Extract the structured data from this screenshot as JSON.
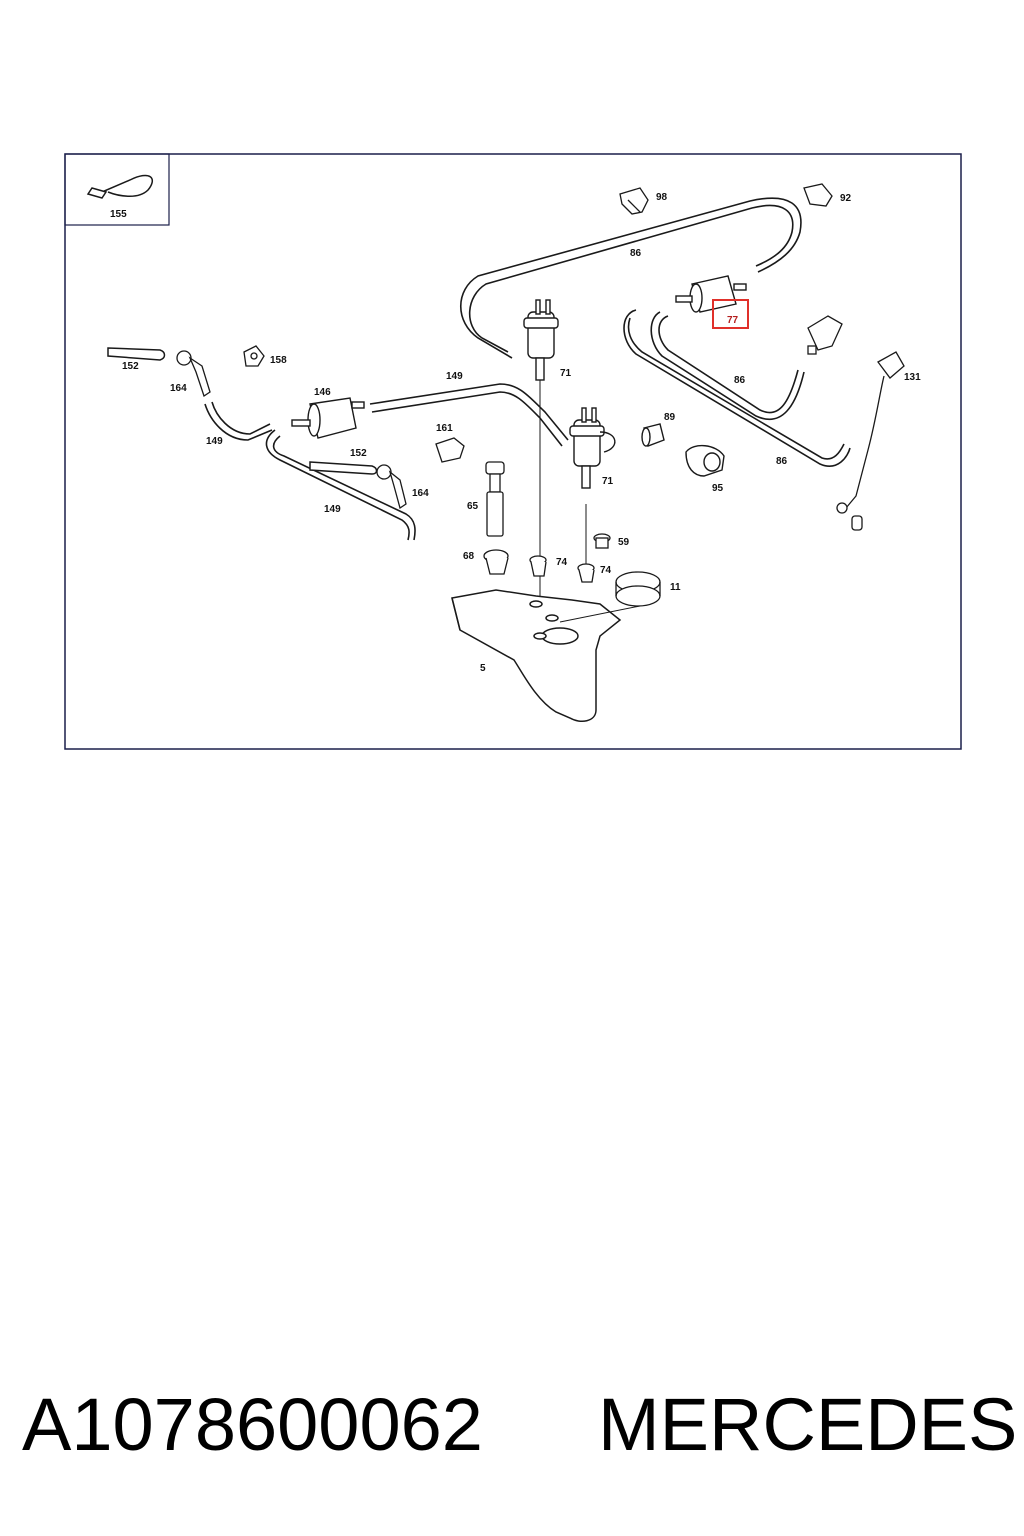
{
  "diagram": {
    "labels": {
      "l155": "155",
      "l98": "98",
      "l92": "92",
      "l86a": "86",
      "l77": "77",
      "l71a": "71",
      "l152a": "152",
      "l158": "158",
      "l164a": "164",
      "l146": "146",
      "l149a": "149",
      "l149b": "149",
      "l149c": "149",
      "l86b": "86",
      "l131": "131",
      "l89": "89",
      "l161": "161",
      "l71b": "71",
      "l86c": "86",
      "l95": "95",
      "l152b": "152",
      "l164b": "164",
      "l65": "65",
      "l59": "59",
      "l68": "68",
      "l74a": "74",
      "l74b": "74",
      "l11": "11",
      "l5": "5"
    },
    "highlight_color": "#e0302a",
    "line_color": "#1a1a1a",
    "frame_color": "#1a1f4a"
  },
  "caption": {
    "part_number": "A1078600062",
    "brand": "MERCEDES"
  }
}
